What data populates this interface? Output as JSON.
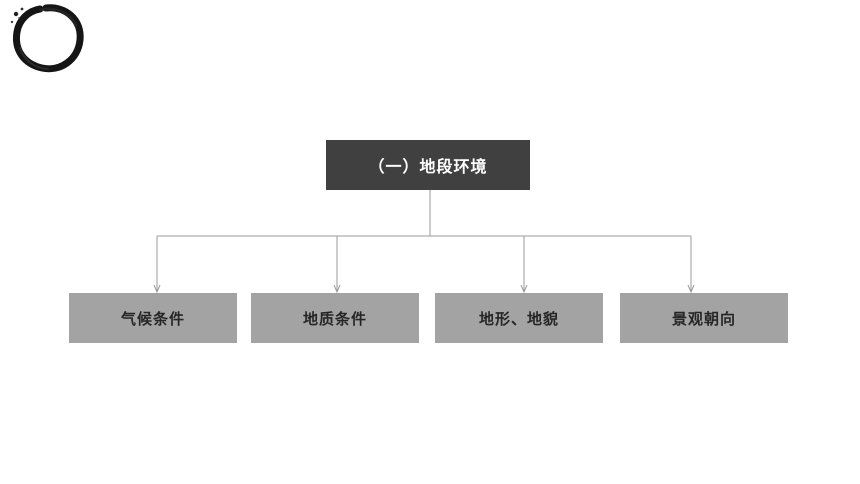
{
  "diagram": {
    "root": {
      "label": "（一）地段环境"
    },
    "children": [
      {
        "label": "气候条件"
      },
      {
        "label": "地质条件"
      },
      {
        "label": "地形、地貌"
      },
      {
        "label": "景观朝向"
      }
    ],
    "colors": {
      "root_fill": "#404040",
      "root_text": "#ffffff",
      "child_fill": "#a3a3a3",
      "child_text": "#262626",
      "connector": "#9a9a9a"
    }
  },
  "decoration": {
    "icon": "ink-brush-circle-icon"
  }
}
